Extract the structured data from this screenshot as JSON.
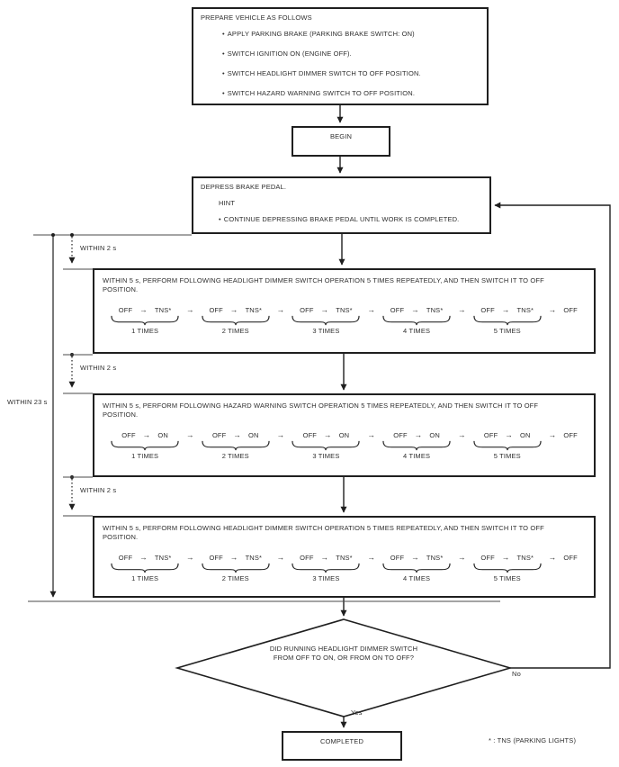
{
  "flow": {
    "prepare": {
      "title": "PREPARE VEHICLE AS FOLLOWS",
      "bullets": [
        "APPLY PARKING BRAKE (PARKING BRAKE SWITCH: ON)",
        "SWITCH IGNITION ON (ENGINE OFF).",
        "SWITCH HEADLIGHT DIMMER SWITCH TO OFF POSITION.",
        "SWITCH HAZARD WARNING SWITCH TO OFF POSITION."
      ]
    },
    "begin": {
      "label": "BEGIN"
    },
    "brake": {
      "title": "DEPRESS BRAKE PEDAL.",
      "hint_label": "HINT",
      "hint_bullet": "CONTINUE DEPRESSING BRAKE PEDAL UNTIL WORK IS COMPLETED."
    },
    "steps": [
      {
        "line1": "WITHIN 5 s, PERFORM FOLLOWING HEADLIGHT DIMMER SWITCH OPERATION 5 TIMES REPEATEDLY,  AND THEN SWITCH IT TO OFF",
        "line2": "POSITION.",
        "from": "OFF",
        "to": "TNS*",
        "end": "OFF",
        "times": [
          "1 TIMES",
          "2 TIMES",
          "3 TIMES",
          "4 TIMES",
          "5 TIMES"
        ]
      },
      {
        "line1": "WITHIN 5 s, PERFORM FOLLOWING HAZARD WARNING SWITCH OPERATION 5 TIMES REPEATEDLY,  AND THEN SWITCH IT TO OFF",
        "line2": "POSITION.",
        "from": "OFF",
        "to": "ON",
        "end": "OFF",
        "times": [
          "1 TIMES",
          "2 TIMES",
          "3 TIMES",
          "4 TIMES",
          "5 TIMES"
        ]
      },
      {
        "line1": "WITHIN 5 s, PERFORM FOLLOWING HEADLIGHT DIMMER SWITCH OPERATION 5 TIMES REPEATEDLY,  AND THEN SWITCH IT TO OFF",
        "line2": "POSITION.",
        "from": "OFF",
        "to": "TNS*",
        "end": "OFF",
        "times": [
          "1 TIMES",
          "2 TIMES",
          "3 TIMES",
          "4 TIMES",
          "5 TIMES"
        ]
      }
    ],
    "decision": {
      "line1": "DID RUNNING HEADLIGHT DIMMER SWITCH",
      "line2": "FROM OFF TO ON, OR FROM ON TO OFF?",
      "yes": "Yes",
      "no": "No"
    },
    "completed": {
      "label": "COMPLETED"
    },
    "timing": {
      "total": "WITHIN 23 s",
      "gap1": "WITHIN 2 s",
      "gap2": "WITHIN 2 s",
      "gap3": "WITHIN 2 s"
    },
    "footnote": "* : TNS (PARKING LIGHTS)"
  },
  "colors": {
    "line": "#1f1f1f",
    "text": "#2e2e2e",
    "background": "#ffffff"
  }
}
